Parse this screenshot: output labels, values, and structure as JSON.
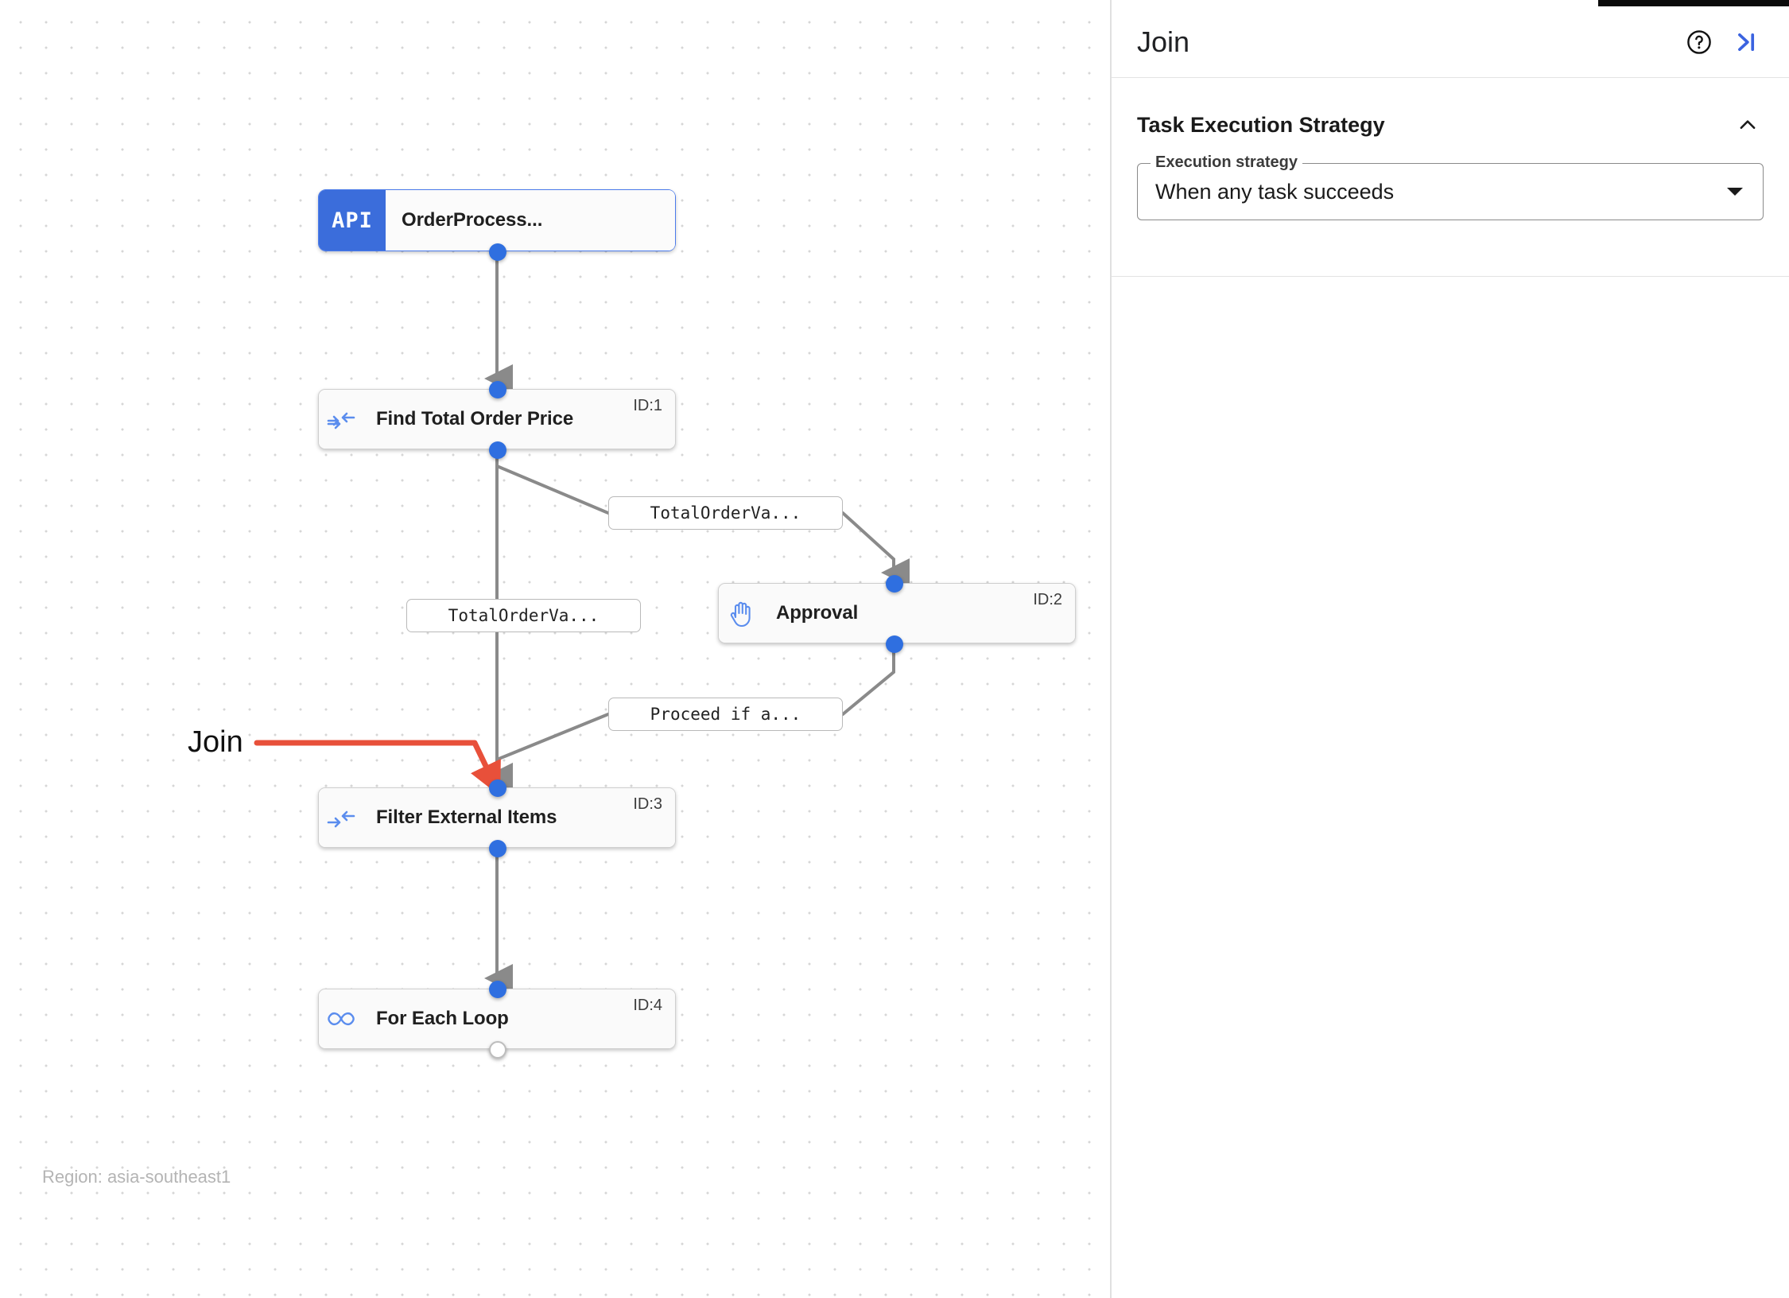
{
  "canvas": {
    "region_label": "Region: asia-southeast1",
    "annotation": {
      "label": "Join",
      "color": "#e8503a"
    },
    "nodes": [
      {
        "id": "api",
        "title": "OrderProcess...",
        "badge": "API",
        "icon": "api-badge-icon",
        "id_label": ""
      },
      {
        "id": "1",
        "title": "Find Total Order Price",
        "badge": "",
        "icon": "join-arrows-icon",
        "id_label": "ID:1"
      },
      {
        "id": "2",
        "title": "Approval",
        "badge": "",
        "icon": "raised-hand-icon",
        "id_label": "ID:2"
      },
      {
        "id": "3",
        "title": "Filter External Items",
        "badge": "",
        "icon": "join-arrows-icon",
        "id_label": "ID:3"
      },
      {
        "id": "4",
        "title": "For Each Loop",
        "badge": "",
        "icon": "infinity-icon",
        "id_label": "ID:4"
      }
    ],
    "edge_labels": [
      {
        "key": "a",
        "text": "TotalOrderVa..."
      },
      {
        "key": "b",
        "text": "TotalOrderVa..."
      },
      {
        "key": "c",
        "text": "Proceed if a..."
      }
    ],
    "colors": {
      "node_accent": "#3b6ddb",
      "port": "#2f6fe0",
      "edge": "#8a8a8a",
      "icon_blue": "#5b8dee",
      "grid_dot": "#d6d6d6"
    }
  },
  "panel": {
    "title": "Join",
    "help_icon": "help-circle-icon",
    "collapse_icon": "collapse-panel-icon",
    "section": {
      "title": "Task Execution Strategy",
      "chevron": "chevron-up-icon",
      "field": {
        "label": "Execution strategy",
        "value": "When any task succeeds",
        "arrow_icon": "dropdown-arrow-icon"
      }
    }
  }
}
